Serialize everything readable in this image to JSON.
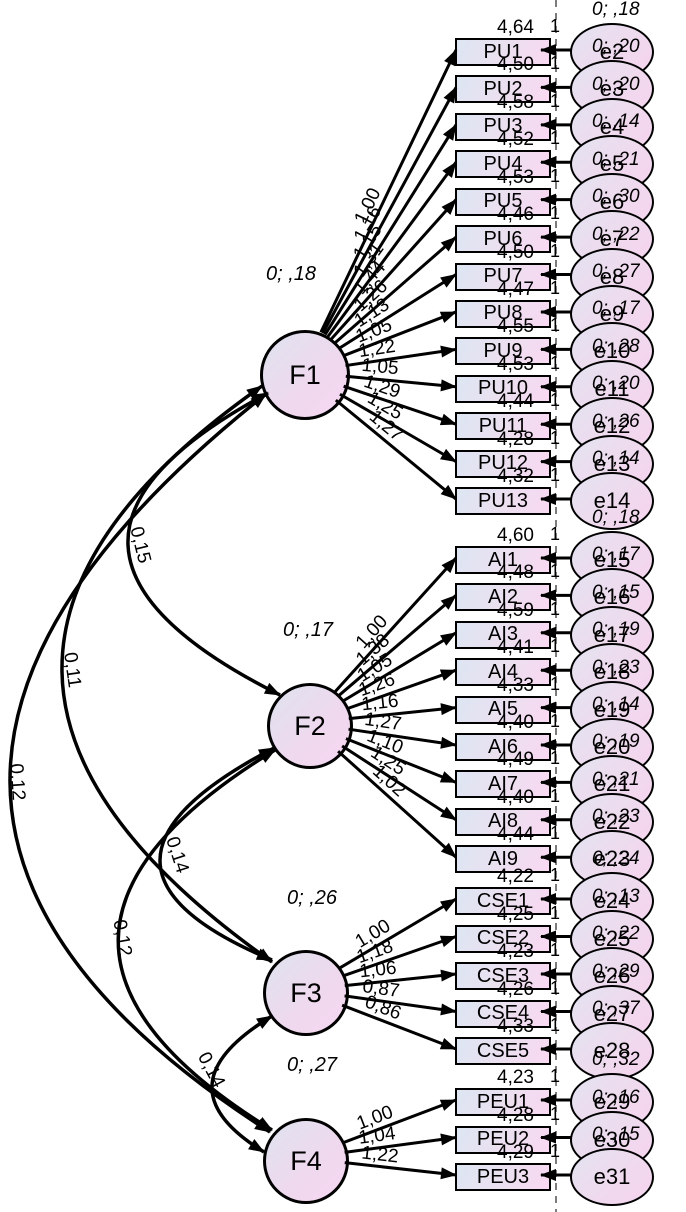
{
  "diagram_type": "sem-cfa-path-diagram",
  "error_loading": "1",
  "colors": {
    "stroke": "#000000",
    "background": "#ffffff",
    "node_fill_start": "#dde6f2",
    "node_fill_end": "#f9d8f2"
  },
  "factors": [
    {
      "id": "F1",
      "variance": "0; ,18",
      "indicators": [
        {
          "name": "PU1",
          "loading": "1,00",
          "intercept": "4,64",
          "error": "e2",
          "error_variance": "0; ,18"
        },
        {
          "name": "PU2",
          "loading": "1,16",
          "intercept": "4,50",
          "error": "e3",
          "error_variance": "0; ,20"
        },
        {
          "name": "PU3",
          "loading": "1,15",
          "intercept": "4,58",
          "error": "e4",
          "error_variance": "0; ,20"
        },
        {
          "name": "PU4",
          "loading": "1,31",
          "intercept": "4,52",
          "error": "e5",
          "error_variance": "0; ,14"
        },
        {
          "name": "PU5",
          "loading": "1,44",
          "intercept": "4,53",
          "error": "e6",
          "error_variance": "0; ,21"
        },
        {
          "name": "PU6",
          "loading": "1,26",
          "intercept": "4,46",
          "error": "e7",
          "error_variance": "0; ,30"
        },
        {
          "name": "PU7",
          "loading": "1,13",
          "intercept": "4,50",
          "error": "e8",
          "error_variance": "0; ,22"
        },
        {
          "name": "PU8",
          "loading": "1,05",
          "intercept": "4,47",
          "error": "e9",
          "error_variance": "0; ,27"
        },
        {
          "name": "PU9",
          "loading": "1,22",
          "intercept": "4,55",
          "error": "e10",
          "error_variance": "0; ,17"
        },
        {
          "name": "PU10",
          "loading": "1,05",
          "intercept": "4,53",
          "error": "e11",
          "error_variance": "0; ,28"
        },
        {
          "name": "PU11",
          "loading": "1,29",
          "intercept": "4,44",
          "error": "e12",
          "error_variance": "0; ,20"
        },
        {
          "name": "PU12",
          "loading": "1,25",
          "intercept": "4,28",
          "error": "e13",
          "error_variance": "0; ,26"
        },
        {
          "name": "PU13",
          "loading": "1,27",
          "intercept": "4,32",
          "error": "e14",
          "error_variance": "0; ,14"
        }
      ]
    },
    {
      "id": "F2",
      "variance": "0; ,17",
      "indicators": [
        {
          "name": "AI1",
          "loading": "1,00",
          "intercept": "4,60",
          "error": "e15",
          "error_variance": "0; ,18"
        },
        {
          "name": "AI2",
          "loading": "1,38",
          "intercept": "4,48",
          "error": "e16",
          "error_variance": "0; ,17"
        },
        {
          "name": "AI3",
          "loading": "1,05",
          "intercept": "4,59",
          "error": "e17",
          "error_variance": "0; ,15"
        },
        {
          "name": "AI4",
          "loading": "1,26",
          "intercept": "4,41",
          "error": "e18",
          "error_variance": "0; ,19"
        },
        {
          "name": "AI5",
          "loading": "1,16",
          "intercept": "4,33",
          "error": "e19",
          "error_variance": "0; ,23"
        },
        {
          "name": "AI6",
          "loading": "1,27",
          "intercept": "4,40",
          "error": "e20",
          "error_variance": "0; ,14"
        },
        {
          "name": "AI7",
          "loading": "1,10",
          "intercept": "4,49",
          "error": "e21",
          "error_variance": "0; ,19"
        },
        {
          "name": "AI8",
          "loading": "1,25",
          "intercept": "4,40",
          "error": "e22",
          "error_variance": "0; ,21"
        },
        {
          "name": "AI9",
          "loading": "1,02",
          "intercept": "4,44",
          "error": "e23",
          "error_variance": "0; ,23"
        }
      ]
    },
    {
      "id": "F3",
      "variance": "0; ,26",
      "indicators": [
        {
          "name": "CSE1",
          "loading": "1,00",
          "intercept": "4,22",
          "error": "e24",
          "error_variance": "0; ,24"
        },
        {
          "name": "CSE2",
          "loading": "1,18",
          "intercept": "4,25",
          "error": "e25",
          "error_variance": "0; ,13"
        },
        {
          "name": "CSE3",
          "loading": "1,06",
          "intercept": "4,23",
          "error": "e26",
          "error_variance": "0; ,22"
        },
        {
          "name": "CSE4",
          "loading": "0,87",
          "intercept": "4,26",
          "error": "e27",
          "error_variance": "0; ,29"
        },
        {
          "name": "CSE5",
          "loading": "0,86",
          "intercept": "4,33",
          "error": "e28",
          "error_variance": "0; ,37"
        }
      ]
    },
    {
      "id": "F4",
      "variance": "0; ,27",
      "indicators": [
        {
          "name": "PEU1",
          "loading": "1,00",
          "intercept": "4,23",
          "error": "e29",
          "error_variance": "0; ,32"
        },
        {
          "name": "PEU2",
          "loading": "1,04",
          "intercept": "4,28",
          "error": "e30",
          "error_variance": "0; ,16"
        },
        {
          "name": "PEU3",
          "loading": "1,22",
          "intercept": "4,29",
          "error": "e31",
          "error_variance": "0; ,15"
        }
      ]
    }
  ],
  "covariances": [
    {
      "pair": "F1-F2",
      "value": "0,15"
    },
    {
      "pair": "F1-F3",
      "value": "0,11"
    },
    {
      "pair": "F1-F4",
      "value": "0,12"
    },
    {
      "pair": "F2-F3",
      "value": "0,14"
    },
    {
      "pair": "F2-F4",
      "value": "0,12"
    },
    {
      "pair": "F3-F4",
      "value": "0,14"
    }
  ]
}
